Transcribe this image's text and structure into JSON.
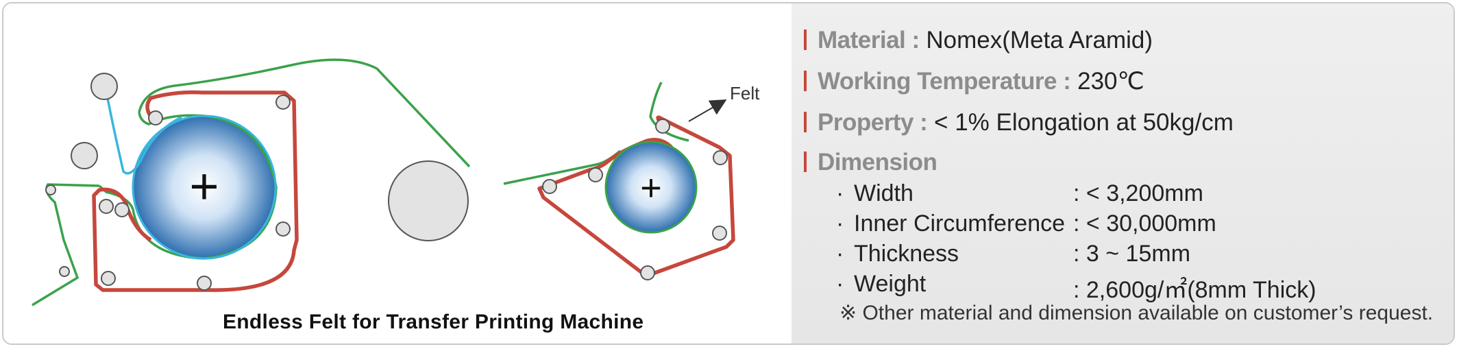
{
  "diagram": {
    "caption": "Endless Felt for Transfer Printing Machine",
    "felt_label": "Felt",
    "plus_symbol": "+",
    "colors": {
      "felt_green": "#3aa24a",
      "blanket_red": "#c6473c",
      "paper_cyan": "#38b6e0",
      "drum_center": "#ffffff",
      "drum_edge": "#2f6fb0",
      "roller_fill": "#e3e3e3",
      "roller_stroke": "#555555"
    }
  },
  "specs": {
    "material": {
      "label": "Material :",
      "value": "Nomex(Meta Aramid)"
    },
    "temperature": {
      "label": "Working Temperature :",
      "value": "230℃"
    },
    "property": {
      "label": "Property :",
      "value": "< 1% Elongation at 50kg/cm"
    },
    "dimension": {
      "label": "Dimension"
    },
    "dimensions": [
      {
        "bullet": "·",
        "name": "Width",
        "value": ": < 3,200mm"
      },
      {
        "bullet": "·",
        "name": "Inner Circumference",
        "value": ": < 30,000mm"
      },
      {
        "bullet": "·",
        "name": "Thickness",
        "value": ": 3 ~ 15mm"
      },
      {
        "bullet": "·",
        "name": "Weight",
        "value": ": 2,600g/㎡(8mm Thick)"
      }
    ],
    "note": "※ Other material and dimension available on customer’s request."
  }
}
